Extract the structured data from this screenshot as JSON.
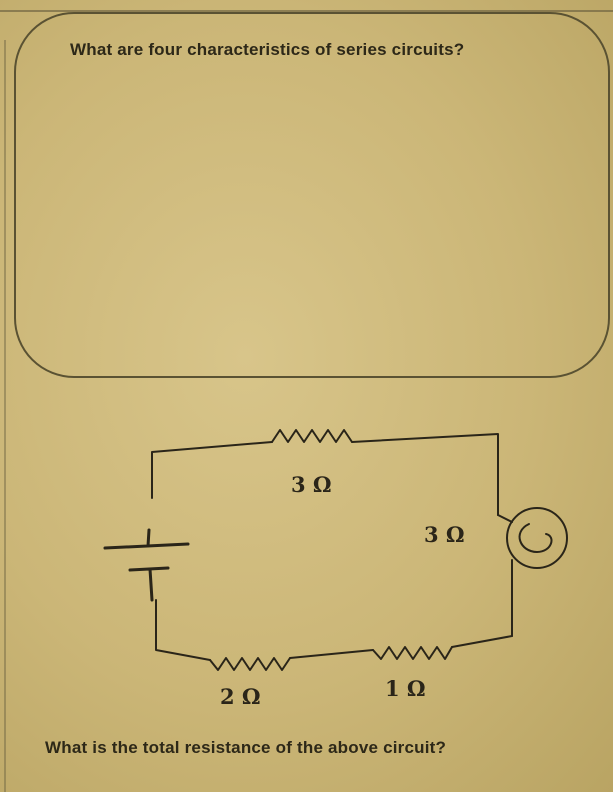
{
  "question1": "What are four characteristics of series circuits?",
  "question2": "What is the total resistance of the above circuit?",
  "circuit": {
    "resistor_top": "3 Ω",
    "resistor_right": "3 Ω",
    "resistor_bottom_left": "2 Ω",
    "resistor_bottom_right": "1 Ω"
  }
}
